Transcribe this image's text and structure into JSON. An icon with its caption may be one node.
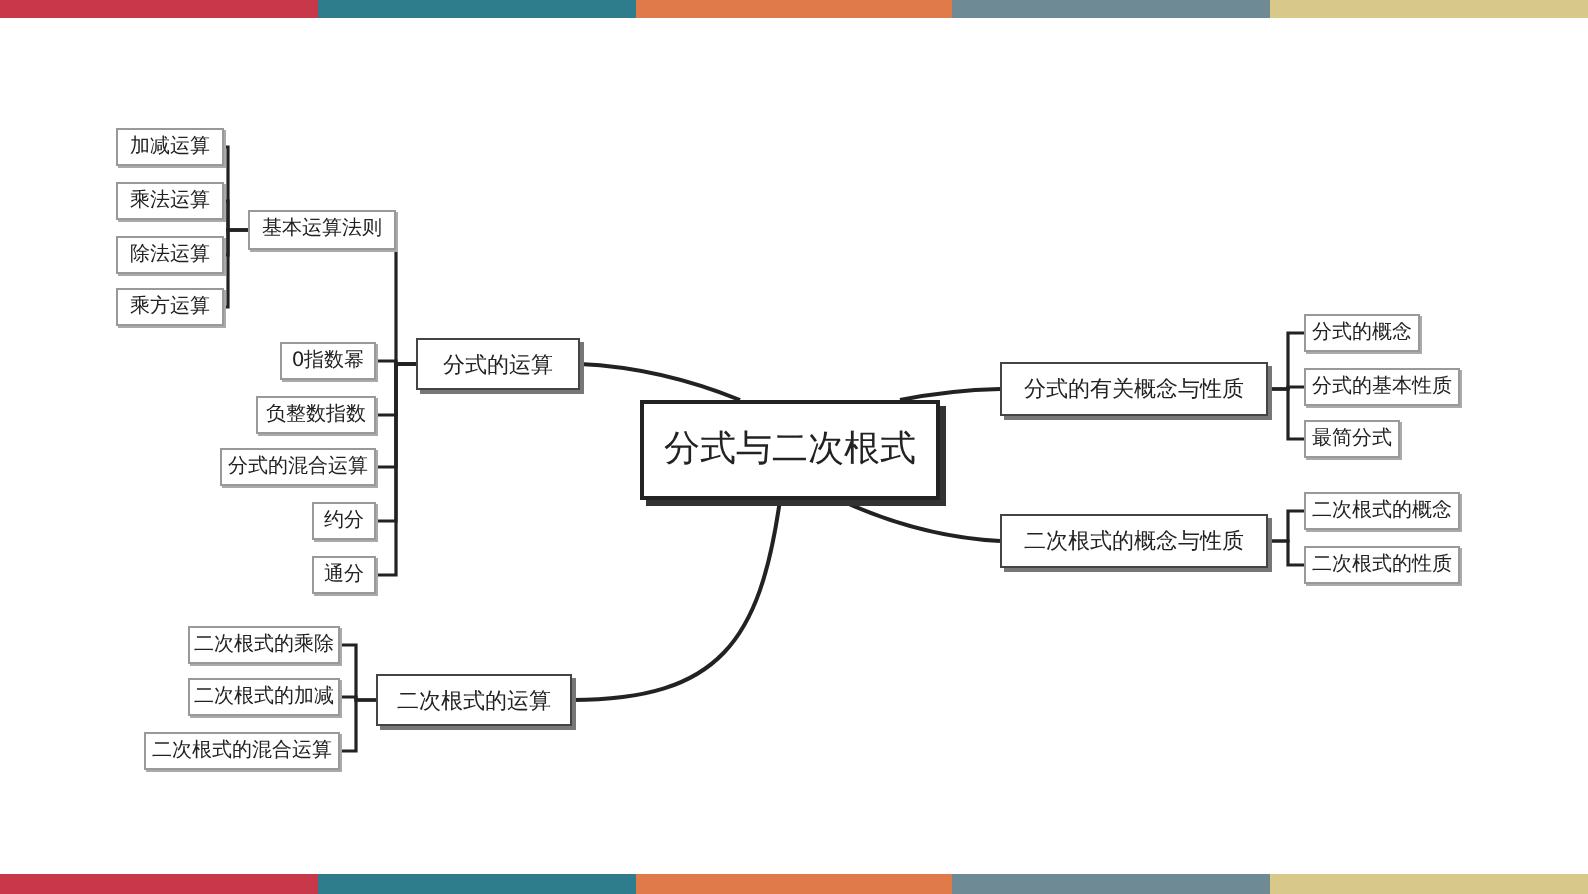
{
  "diagram": {
    "nodes": [
      {
        "text": [
          "分式与二次根式"
        ]
      },
      {
        "text": [
          "分式的运算"
        ]
      },
      {
        "text": [
          "基本运算法则"
        ]
      },
      {
        "text": [
          "加减运算"
        ]
      },
      {
        "text": [
          "乘法运算"
        ]
      },
      {
        "text": [
          "除法运算"
        ]
      },
      {
        "text": [
          "乘方运算"
        ]
      },
      {
        "text": [
          "0指数幂"
        ]
      },
      {
        "text": [
          "负整数指数"
        ]
      },
      {
        "text": [
          "分式的混合运算"
        ]
      },
      {
        "text": [
          "约分"
        ]
      },
      {
        "text": [
          "通分"
        ]
      },
      {
        "text": [
          "二次根式的运算"
        ]
      },
      {
        "text": [
          "二次根式的乘除"
        ]
      },
      {
        "text": [
          "二次根式的加减"
        ]
      },
      {
        "text": [
          "二次根式的混合运算"
        ]
      },
      {
        "text": [
          "分式的有关概念与性质"
        ]
      },
      {
        "text": [
          "分式的概念"
        ]
      },
      {
        "text": [
          "分式的基本性质"
        ]
      },
      {
        "text": [
          "最简分式"
        ]
      },
      {
        "text": [
          "二次根式的概念与性质"
        ]
      },
      {
        "text": [
          "二次根式的概念"
        ]
      },
      {
        "text": [
          "二次根式的性质"
        ]
      }
    ],
    "edges": [
      {
        "from": 0,
        "to": 1,
        "arrow": "none"
      },
      {
        "from": 0,
        "to": 16,
        "arrow": "none"
      },
      {
        "from": 0,
        "to": 20,
        "arrow": "none"
      },
      {
        "from": 0,
        "to": 12,
        "arrow": "none"
      },
      {
        "from": 1,
        "to": 2,
        "arrow": "none"
      },
      {
        "from": 1,
        "to": 7,
        "arrow": "none"
      },
      {
        "from": 1,
        "to": 8,
        "arrow": "none"
      },
      {
        "from": 1,
        "to": 9,
        "arrow": "none"
      },
      {
        "from": 1,
        "to": 10,
        "arrow": "none"
      },
      {
        "from": 1,
        "to": 11,
        "arrow": "none"
      },
      {
        "from": 2,
        "to": 3,
        "arrow": "none"
      },
      {
        "from": 2,
        "to": 4,
        "arrow": "none"
      },
      {
        "from": 2,
        "to": 5,
        "arrow": "none"
      },
      {
        "from": 2,
        "to": 6,
        "arrow": "none"
      },
      {
        "from": 12,
        "to": 13,
        "arrow": "none"
      },
      {
        "from": 12,
        "to": 14,
        "arrow": "none"
      },
      {
        "from": 12,
        "to": 15,
        "arrow": "none"
      },
      {
        "from": 16,
        "to": 17,
        "arrow": "none"
      },
      {
        "from": 16,
        "to": 18,
        "arrow": "none"
      },
      {
        "from": 16,
        "to": 19,
        "arrow": "none"
      },
      {
        "from": 20,
        "to": 21,
        "arrow": "none"
      },
      {
        "from": 20,
        "to": 22,
        "arrow": "none"
      }
    ]
  }
}
